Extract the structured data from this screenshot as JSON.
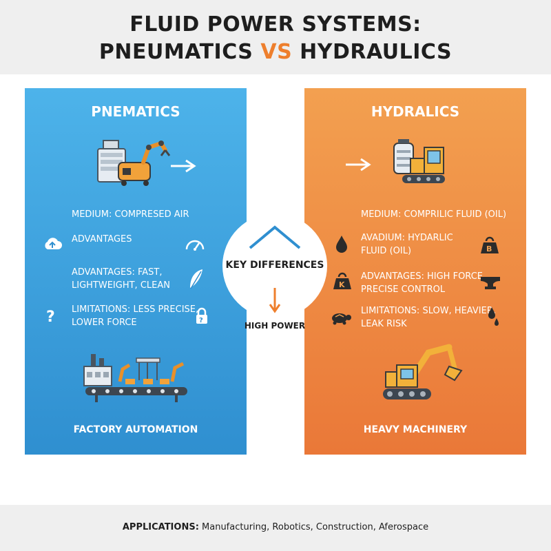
{
  "header": {
    "title_line1": "FLUID POWER SYSTEMS:",
    "title_line2_left": "PNEUMATICS ",
    "title_line2_vs": "VS",
    "title_line2_right": " HYDRAULICS"
  },
  "left_panel": {
    "title": "PNEMATICS",
    "medium": "MEDIUM: COMPRESED AIR",
    "advantages_header": "ADVANTAGES",
    "advantages": "ADVANTAGES: FAST,\nLIGHTWEIGHT, CLEAN",
    "limitations": "LIMITATIONS: LESS PRECISE,\nLOWER FORCE",
    "caption": "FACTORY AUTOMATION",
    "icons": [
      "compressor-robot-arm-icon",
      "arrow-right-icon",
      "cloud-upload-icon",
      "gauge-icon",
      "feather-icon",
      "question-mark-icon",
      "padlock-icon",
      "factory-conveyor-icon"
    ]
  },
  "center": {
    "label": "KEY DIFFERENCES",
    "sub_label": "HIGH POWER",
    "icons": [
      "chevron-up-icon",
      "arrow-down-icon"
    ]
  },
  "right_panel": {
    "title": "HYDRALICS",
    "medium": "MEDIUM: COMPRILIC FLUID (OIL)",
    "medium_detail": "AVADIUM: HYDARLIC\nFLUID (OIL)",
    "advantages": "ADVANTAGES: HIGH FORCE,\nPRECISE CONTROL",
    "limitations": "LIMITATIONS: SLOW, HEAVIER,\nLEAK RISK",
    "caption": "HEAVY MACHINERY",
    "icons": [
      "arrow-right-icon",
      "hydraulic-pump-icon",
      "oil-drop-icon",
      "weight-b-icon",
      "weight-k-icon",
      "anvil-icon",
      "turtle-icon",
      "oil-drip-icon",
      "excavator-icon"
    ]
  },
  "footer": {
    "label": "APPLICATIONS:",
    "text": " Manufacturing, Robotics, Construction, Aferospace"
  },
  "colors": {
    "pneumatic_blue": "#3fa3e0",
    "hydraulic_orange": "#ef8c42",
    "accent_orange": "#ee7f2d",
    "center_blue": "#2f8fd0"
  }
}
